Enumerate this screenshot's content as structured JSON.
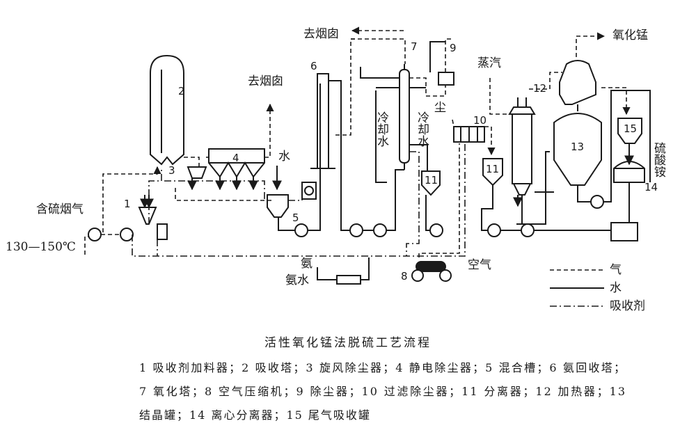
{
  "labels": {
    "to_chimney_1": "去烟囱",
    "to_chimney_2": "去烟囱",
    "manganese_oxide": "氧化锰",
    "steam": "蒸汽",
    "water": "水",
    "cooling_water_1": "冷却水",
    "cooling_water_2": "冷却水",
    "dust": "尘",
    "ammonium_sulfate": "硫酸铵",
    "sulfur_flue_gas": "含硫烟气",
    "temperature": "130—150℃",
    "ammonia": "氨",
    "ammonia_water": "氨水",
    "air": "空气"
  },
  "numbers": [
    "1",
    "2",
    "3",
    "4",
    "5",
    "6",
    "7",
    "8",
    "9",
    "10",
    "11",
    "11",
    "12",
    "13",
    "14",
    "15"
  ],
  "legend": {
    "gas": "气",
    "water": "水",
    "absorbent": "吸收剂"
  },
  "caption": {
    "title": "活性氧化锰法脱硫工艺流程",
    "body": "1 吸收剂加料器；2 吸收塔；3 旋风除尘器；4 静电除尘器；5 混合槽；6 氨回收塔；7 氧化塔；8 空气压缩机；9 除尘器；10 过滤除尘器；11 分离器；12 加热器；13 结晶罐；14 离心分离器；15 尾气吸收罐"
  }
}
